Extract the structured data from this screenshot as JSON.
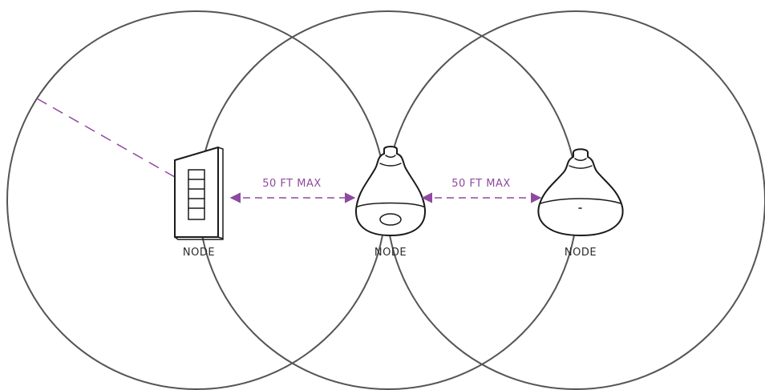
{
  "colors": {
    "accent": "#8e4a9e",
    "circle": "#555555",
    "device": "#1a1a1a",
    "text": "#2b2b2b"
  },
  "nodes": [
    {
      "label": "NODE",
      "device": "switch-icon"
    },
    {
      "label": "NODE",
      "device": "bulb-icon"
    },
    {
      "label": "NODE",
      "device": "bulb-icon"
    }
  ],
  "links": [
    {
      "label": "50 FT MAX"
    },
    {
      "label": "50 FT MAX"
    }
  ]
}
